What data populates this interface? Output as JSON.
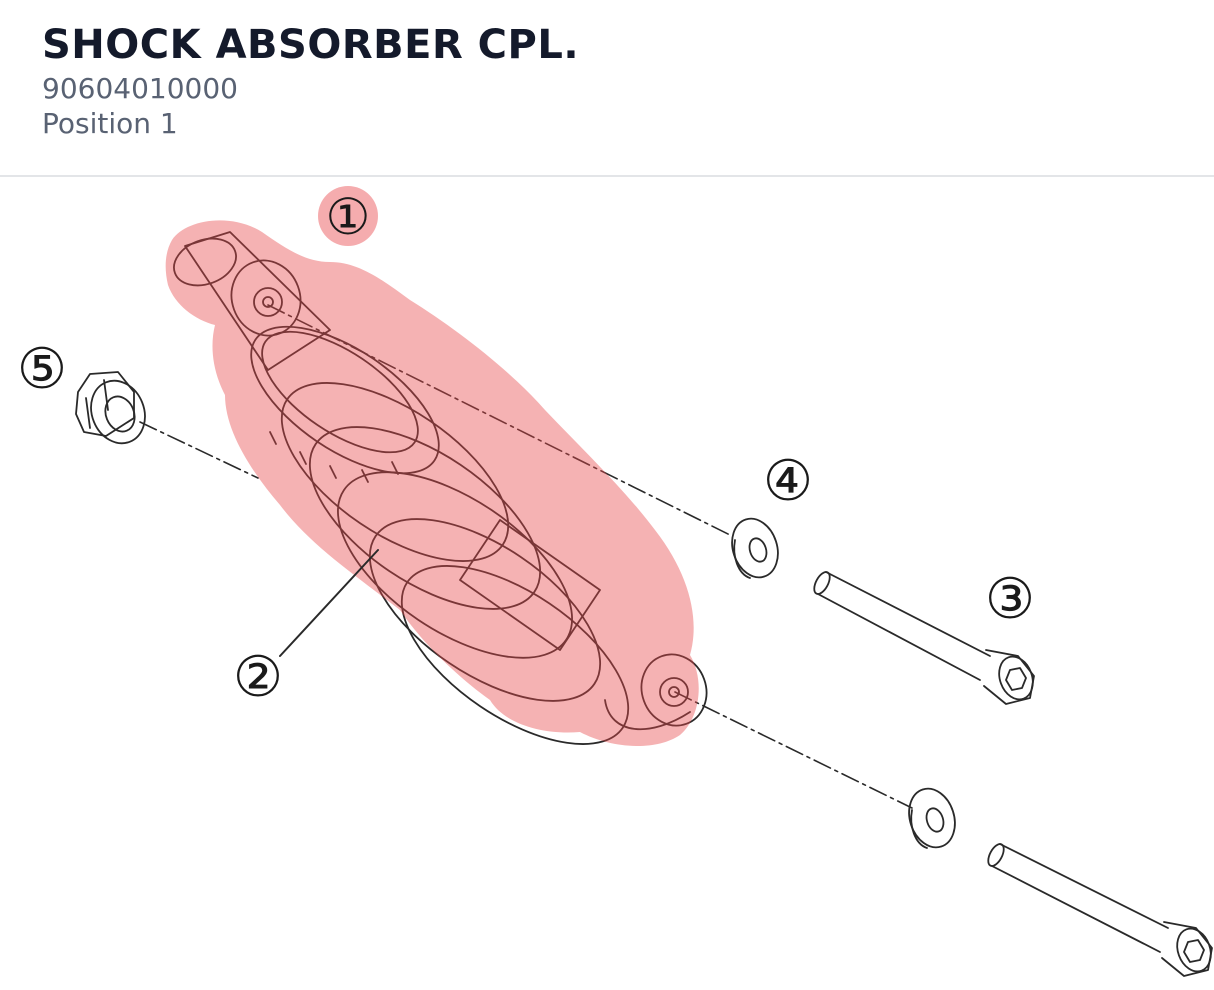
{
  "header": {
    "title": "SHOCK ABSORBER CPL.",
    "part_number": "90604010000",
    "position": "Position 1"
  },
  "diagram": {
    "highlight_color": "#e8474b",
    "callouts": [
      {
        "label": "①",
        "highlighted": true
      },
      {
        "label": "②",
        "highlighted": false
      },
      {
        "label": "③",
        "highlighted": false
      },
      {
        "label": "④",
        "highlighted": false
      },
      {
        "label": "⑤",
        "highlighted": false
      }
    ]
  }
}
